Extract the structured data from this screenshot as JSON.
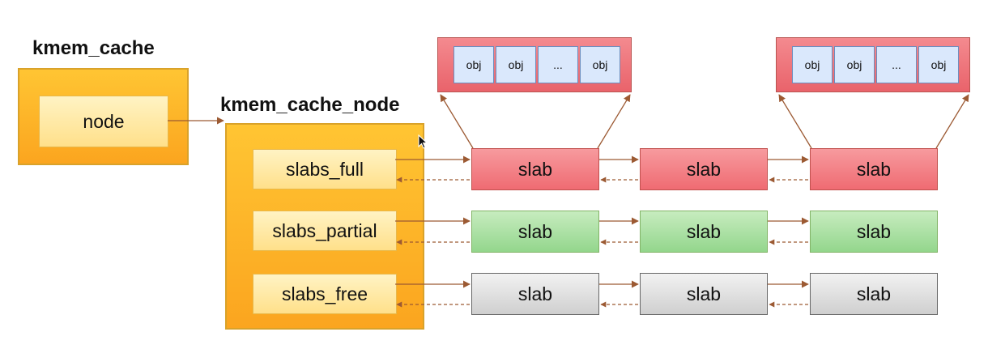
{
  "kmem_cache": {
    "title": "kmem_cache",
    "node_label": "node"
  },
  "kmem_cache_node": {
    "title": "kmem_cache_node",
    "lists": [
      {
        "label": "slabs_full",
        "color": "#ef6b72"
      },
      {
        "label": "slabs_partial",
        "color": "#93d68c"
      },
      {
        "label": "slabs_free",
        "color": "#cfcfcf"
      }
    ]
  },
  "slab_label": "slab",
  "obj_groups": [
    {
      "objects": [
        "obj",
        "obj",
        "...",
        "obj"
      ]
    },
    {
      "objects": [
        "obj",
        "obj",
        "...",
        "obj"
      ]
    }
  ],
  "arrow_color": "#9c5a33"
}
